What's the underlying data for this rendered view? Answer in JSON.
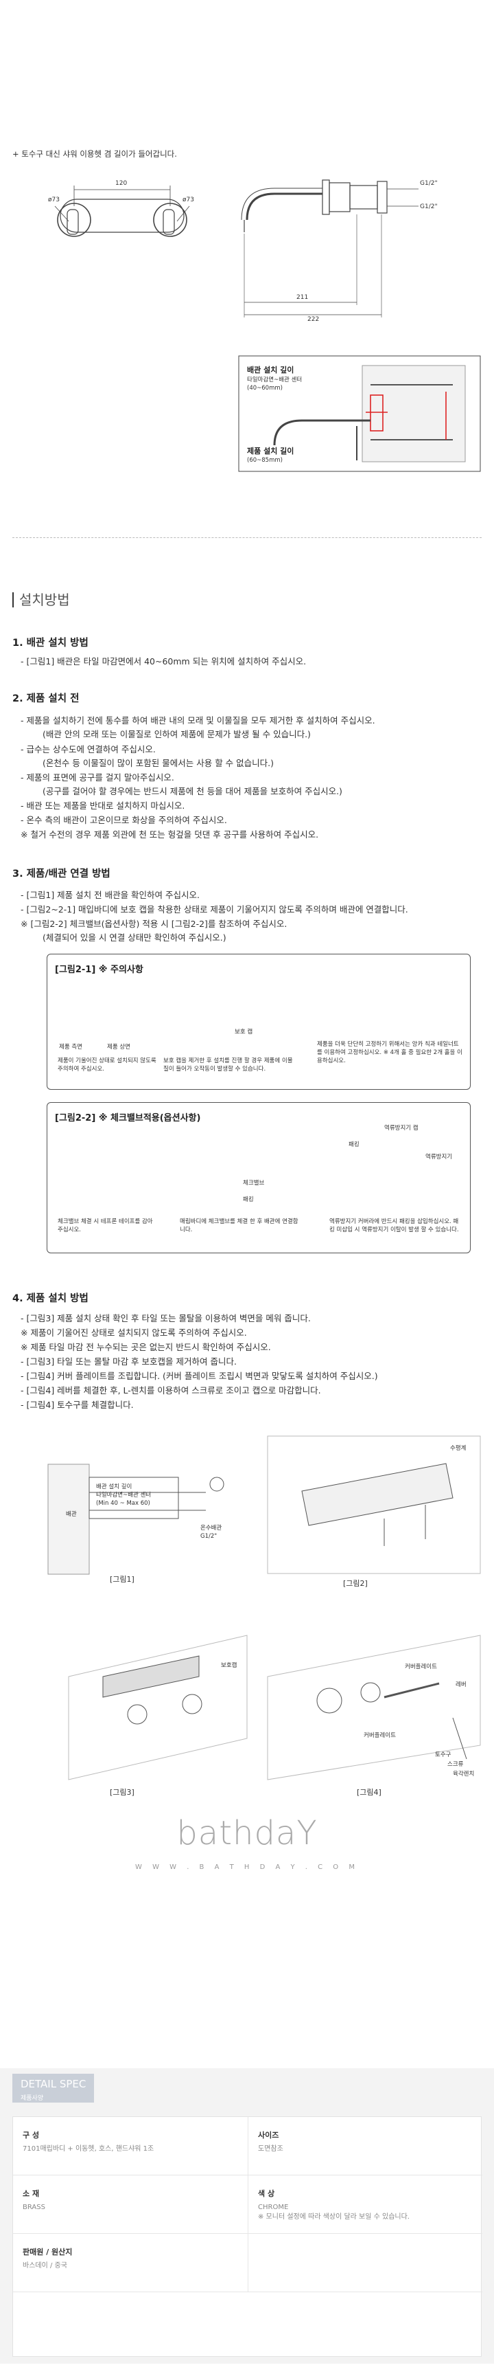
{
  "top_note": "+ 토수구 대신 샤워 이용헷 겸 길이가 들어갑니다.",
  "dimensions": {
    "front_width": "120",
    "dia_left": "ø73",
    "dia_right": "ø73",
    "side_211": "211",
    "side_222": "222",
    "thread_top": "G1/2\"",
    "thread_bottom": "G1/2\""
  },
  "install_depth": {
    "title": "배관 설치 깊이",
    "sub": "타일마감면~배관 센터",
    "sub_range": "(40~60mm)",
    "title2": "제품 설치 길이",
    "sub2": "(60~85mm)"
  },
  "section_title": "설치방법",
  "s1": {
    "title": "1. 배관 설치 방법",
    "lines": [
      "- [그림1] 배관은 타일 마감면에서 40~60mm 되는 위치에 설치하여 주십시오."
    ]
  },
  "s2": {
    "title": "2. 제품 설치 전",
    "lines": [
      "- 제품을 설치하기 전에 통수를 하여 배관 내의 모래 및 이물질을 모두 제거한 후 설치하여 주십시오.",
      "(배관 안의 모래 또는 이물질로 인하여 제품에 문제가 발생 될 수 있습니다.)",
      "- 급수는 상수도에 연결하여 주십시오.",
      "(온천수 등 이물질이 많이 포함된 물에서는 사용 할 수 없습니다.)",
      "- 제품의 표면에 공구를 걸지 말아주십시오.",
      "(공구를 걸어야 할 경우에는 반드시 제품에 천 등을 대어 제품을 보호하여 주십시오.)",
      "- 배관 또는 제품을 반대로 설치하지 마십시오.",
      "- 온수 측의 배관이 고온이므로 화상을 주의하여 주십시오.",
      "※ 철거 수전의 경우 제품 외관에 천 또는 헝겊을 덧댄 후 공구를 사용하여 주십시오."
    ]
  },
  "s3": {
    "title": "3. 제품/배관 연결 방법",
    "lines": [
      "- [그림1]      제품 설치 전 배관을 확인하여 주십시오.",
      "- [그림2~2-1] 매입바디에 보호 캡을 착용한 상태로 제품이 기울어지지 않도록 주의하며 배관에 연결합니다.",
      "※ [그림2-2]    체크밸브(옵션사항) 적용 시 [그림2-2]를 참조하여 주십시오.",
      "(체결되어 있을 시 연결 상태만 확인하여 주십시오.)"
    ]
  },
  "box1": {
    "title": "[그림2-1] ※ 주의사항",
    "label_side": "제품 측면",
    "label_top": "제품 상면",
    "label_cap": "보호 캡",
    "cap1": "제품이 기울어진 상태로 설치되지 않도록 주의하여 주십시오.",
    "cap2": "보호 캡을 제거한 후 설치를 진행 할 경우 제품에 이물질이 들어가 오작동이 발생할 수 있습니다.",
    "cap3": "제품을 더욱 단단히 고정하기 위해서는 앙카 칙과 테일너트를 이용하여 고정하십시오. ※ 4개 홀 중 필요한 2개 홀을 이용하십시오."
  },
  "box2": {
    "title": "[그림2-2] ※ 체크밸브적용(옵션사항)",
    "label_check": "체크밸브",
    "label_packing": "패킹",
    "label_cap": "역류방지기 캡",
    "label_pk": "패킹",
    "label_bf": "역류방지기",
    "cap1": "체크밸브 체결 시 테프론 테이프를 감아주십시오.",
    "cap2": "매립바디에 체크밸브를 체결 한 후 배관에 연결합니다.",
    "cap3": "역류방지기 커버라에 반드시 패킹을 삽입하십시오. 패킹 미삽입 시 역류방지기 이탈이 발생 할 수 있습니다."
  },
  "s4": {
    "title": "4. 제품 설치 방법",
    "lines": [
      "- [그림3] 제품 설치 상태 확인 후 타일 또는 몰탈을 이용하여 벽면을 메워 줍니다.",
      "※ 제품이 기울어진 상태로 설치되지 않도록 주의하여 주십시오.",
      "※ 제품 타일 마감 전 누수되는 곳은 없는지 반드시 확인하여 주십시오.",
      "- [그림3] 타일 또는 몰탈 마감 후 보호캡을 제거하여 줍니다.",
      "- [그림4] 커버 플레이트를 조립합니다. (커버 플레이트 조립시 벽면과 맞닿도록 설치하여 주십시오.)",
      "- [그림4] 레버를 체결한 후, L-렌치를 이용하여 스크류로 조이고 캡으로 마감합니다.",
      "- [그림4] 토수구를 체결합니다."
    ]
  },
  "figs": {
    "fig1": "[그림1]",
    "fig2": "[그림2]",
    "fig3": "[그림3]",
    "fig4": "[그림4]",
    "f1_note": "배관 설치 깊이",
    "f1_note2": "타일마감면~배관 센터",
    "f1_note3": "(Min 40 ~ Max 60)",
    "f1_pipe": "배관",
    "f1_g": "온수배관",
    "f1_g2": "G1/2\"",
    "f2_level": "수평계",
    "f3_cap": "보호캡",
    "f4_cover": "커버플레이트",
    "f4_lever": "레버",
    "f4_cover2": "커버플레이트",
    "f4_spout": "토수구",
    "f4_screw": "스크류",
    "f4_wrench": "육각렌치"
  },
  "brand": {
    "logo": "bathdaY",
    "url": "W W W . B A T H D A Y . C O M"
  },
  "spec": {
    "tag": "DETAIL SPEC",
    "tag_sub": "제품사양",
    "items": [
      {
        "key": "구 성",
        "val": "7101매립바디 + 이동헷, 호스, 핸드샤워 1조"
      },
      {
        "key": "사이즈",
        "val": "도면참조"
      },
      {
        "key": "소 재",
        "val": "BRASS"
      },
      {
        "key": "색 상",
        "val": "CHROME",
        "val2": "※ 모니터 설정에 따라 색상이 달라 보일 수 있습니다."
      },
      {
        "key": "판매원 / 원산지",
        "val": "바스데이 / 중국"
      },
      {
        "key": "",
        "val": ""
      }
    ]
  }
}
